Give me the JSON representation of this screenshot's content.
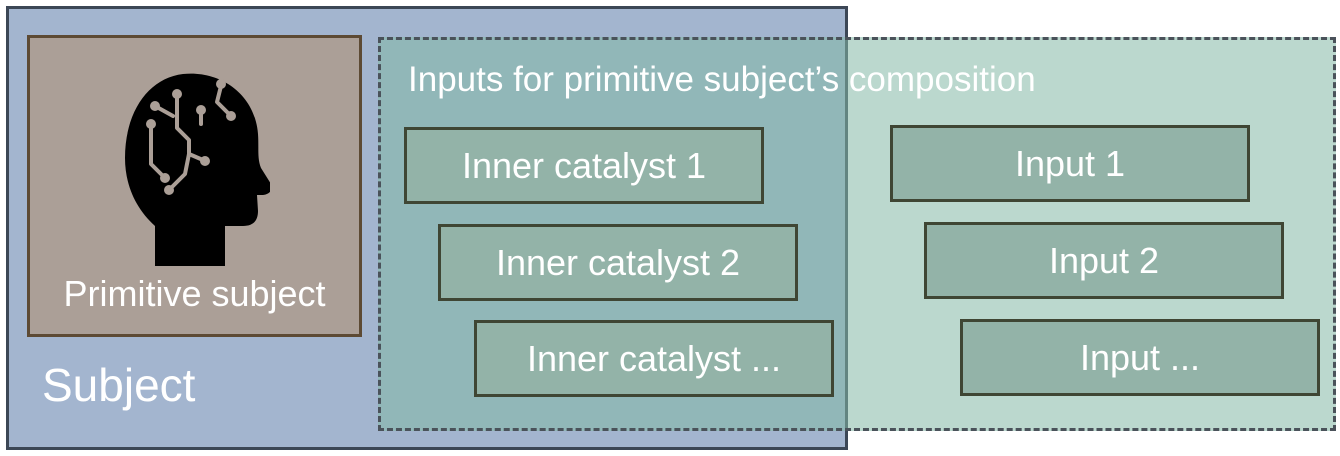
{
  "diagram": {
    "subject_label": "Subject",
    "primitive_subject_label": "Primitive subject",
    "primitive_subject_icon": "head-with-circuit-brain-icon",
    "composition_title": "Inputs for primitive subject’s composition",
    "inner_catalysts": [
      "Inner catalyst 1",
      "Inner catalyst 2",
      "Inner catalyst ..."
    ],
    "inputs": [
      "Input 1",
      "Input 2",
      "Input ..."
    ],
    "colors": {
      "subject_fill": "#a3b5cf",
      "subject_border": "#3c4756",
      "primitive_fill": "#ab9f97",
      "primitive_border": "#5d4a34",
      "composition_fill": "#83b8a5",
      "composition_border": "#4a525a",
      "item_fill": "#93b3a8",
      "item_border": "#3f4634",
      "text": "#ffffff"
    }
  }
}
